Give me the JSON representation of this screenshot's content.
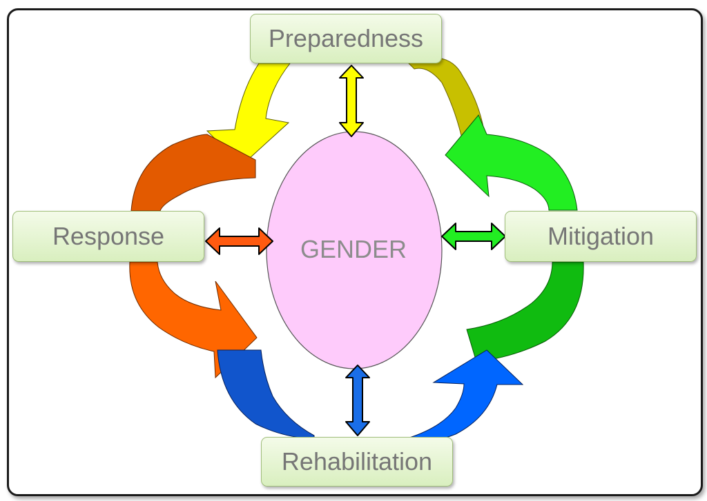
{
  "diagram": {
    "center": "GENDER",
    "stages": {
      "top": "Preparedness",
      "right": "Mitigation",
      "bottom": "Rehabilitation",
      "left": "Response"
    }
  },
  "colors": {
    "center_fill": "#fecbfb",
    "yellow": "#ffff00",
    "olive": "#c8c000",
    "light_green": "#22ee22",
    "dark_green": "#10bb10",
    "blue": "#0066ff",
    "dark_blue": "#1155cc",
    "orange": "#ff6600",
    "dark_orange": "#e35a00",
    "box_fill": "#e6f5d4"
  }
}
